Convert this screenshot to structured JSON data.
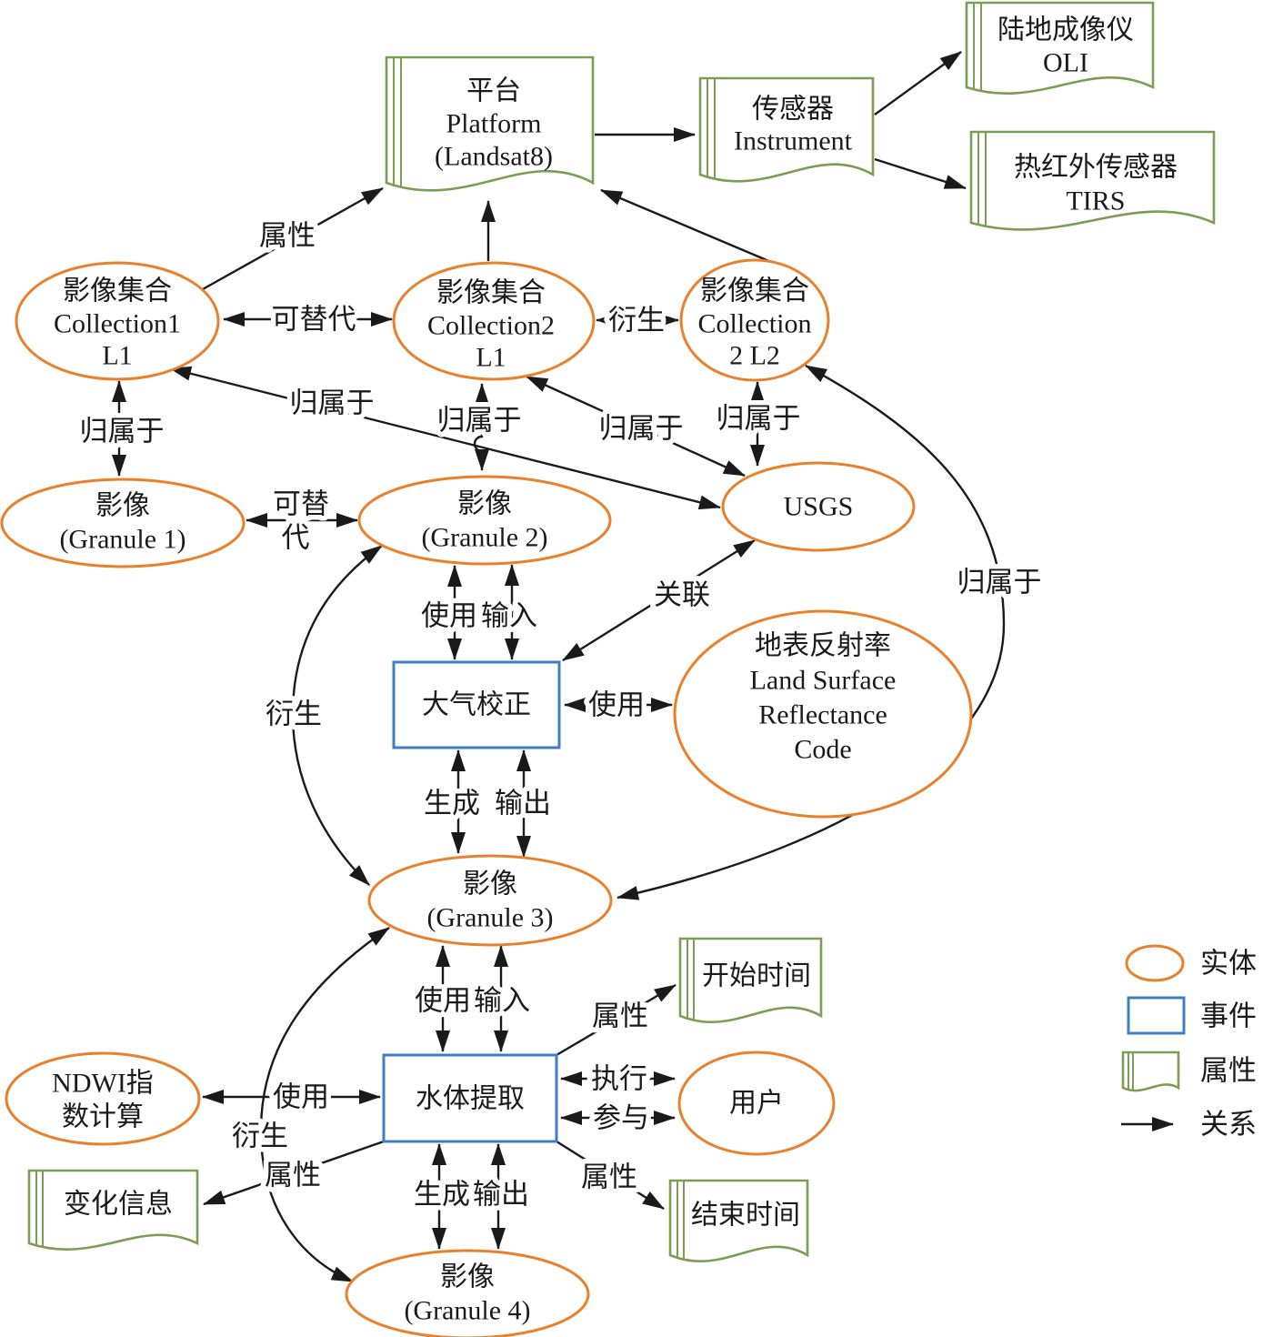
{
  "nodes": {
    "platform": {
      "type": "attribute-document",
      "lines": [
        "平台",
        "Platform",
        "(Landsat8)"
      ]
    },
    "instrument": {
      "type": "attribute-document",
      "lines": [
        "传感器",
        "Instrument"
      ]
    },
    "oli": {
      "type": "attribute-document",
      "lines": [
        "陆地成像仪",
        "OLI"
      ]
    },
    "tirs": {
      "type": "attribute-document",
      "lines": [
        "热红外传感器",
        "TIRS"
      ]
    },
    "collection1_l1": {
      "type": "entity-ellipse",
      "lines": [
        "影像集合",
        "Collection1",
        "L1"
      ]
    },
    "collection2_l1": {
      "type": "entity-ellipse",
      "lines": [
        "影像集合",
        "Collection2",
        "L1"
      ]
    },
    "collection2_l2": {
      "type": "entity-ellipse",
      "lines": [
        "影像集合",
        "Collection",
        "2 L2"
      ]
    },
    "granule1": {
      "type": "entity-ellipse",
      "lines": [
        "影像",
        "(Granule 1)"
      ]
    },
    "granule2": {
      "type": "entity-ellipse",
      "lines": [
        "影像",
        "(Granule 2)"
      ]
    },
    "usgs": {
      "type": "entity-ellipse",
      "lines": [
        "USGS"
      ]
    },
    "lsrc": {
      "type": "entity-ellipse",
      "lines": [
        "地表反射率",
        "Land Surface",
        "Reflectance",
        "Code"
      ]
    },
    "atmospheric_correction": {
      "type": "event-rect",
      "lines": [
        "大气校正"
      ]
    },
    "granule3": {
      "type": "entity-ellipse",
      "lines": [
        "影像",
        "(Granule 3)"
      ]
    },
    "ndwi": {
      "type": "entity-ellipse",
      "lines": [
        "NDWI指",
        "数计算"
      ]
    },
    "water_extraction": {
      "type": "event-rect",
      "lines": [
        "水体提取"
      ]
    },
    "user": {
      "type": "entity-ellipse",
      "lines": [
        "用户"
      ]
    },
    "granule4": {
      "type": "entity-ellipse",
      "lines": [
        "影像",
        "(Granule 4)"
      ]
    },
    "start_time": {
      "type": "attribute-document",
      "lines": [
        "开始时间"
      ]
    },
    "end_time": {
      "type": "attribute-document",
      "lines": [
        "结束时间"
      ]
    },
    "change_info": {
      "type": "attribute-document",
      "lines": [
        "变化信息"
      ]
    }
  },
  "edge_labels": {
    "attr_c1l1_platform": "属性",
    "replaceable_collections": "可替代",
    "derive_collections": "衍生",
    "belong_c1l1_granule1": "归属于",
    "belong_c1l1_usgs": "归属于",
    "belong_c2l1_granule2": "归属于",
    "belong_c2l1_usgs": "归属于",
    "belong_c2l2_usgs": "归属于",
    "replaceable_granules_1": "可替",
    "replaceable_granules_2": "代",
    "use_granule2_atm": "使用",
    "input_granule2_atm": "输入",
    "relate_usgs_atm": "关联",
    "use_atm_lsrc": "使用",
    "generate_atm_granule3": "生成",
    "output_atm_granule3": "输出",
    "derive_granule2_granule3": "衍生",
    "belong_granule3_c2l2": "归属于",
    "use_granule3_water": "使用",
    "input_granule3_water": "输入",
    "use_ndwi_water": "使用",
    "derive_granule3_granule4": "衍生",
    "attr_water_change": "属性",
    "attr_water_start": "属性",
    "execute_water_user": "执行",
    "participate_water_user": "参与",
    "attr_water_end": "属性",
    "generate_water_granule4": "生成",
    "output_water_granule4": "输出"
  },
  "legend": {
    "entity": "实体",
    "event": "事件",
    "attribute": "属性",
    "relation": "关系"
  },
  "colors": {
    "entity_stroke": "#E8802D",
    "event_stroke": "#3F7DC4",
    "attribute_stroke": "#7D9C55",
    "line": "#1A1A1A",
    "text": "#1A1A1A",
    "background": "#FFFFFF"
  }
}
